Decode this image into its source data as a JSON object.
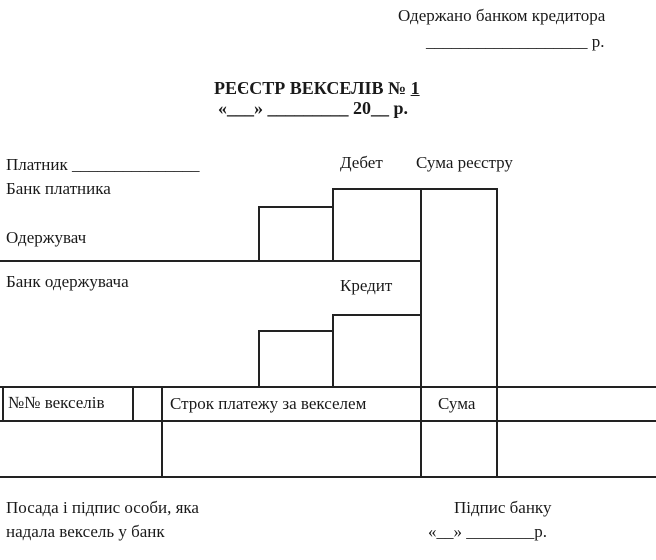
{
  "header": {
    "received_by_bank": "Одержано банком кредитора",
    "received_date_line": "___________________ р."
  },
  "title": {
    "label": "РЕЄСТР ВЕКСЕЛІВ №",
    "number": "1",
    "date_line": "«___» _________ 20__ р."
  },
  "parties": {
    "payer": "Платник _______________",
    "payer_bank": "Банк платника",
    "recipient": "Одержувач",
    "recipient_bank": "Банк одержувача"
  },
  "accounts": {
    "debit": "Дебет",
    "registry_sum": "Сума реєстру",
    "credit": "Кредит"
  },
  "table": {
    "col_numbers": "№№ векселів",
    "col_term": "Строк платежу за векселем",
    "col_sum": "Сума"
  },
  "footer": {
    "position_signature_line1": "Посада і підпис особи, яка",
    "position_signature_line2": "надала вексель у банк",
    "bank_signature": "Підпис банку",
    "bank_date_line": "«__» ________р."
  }
}
